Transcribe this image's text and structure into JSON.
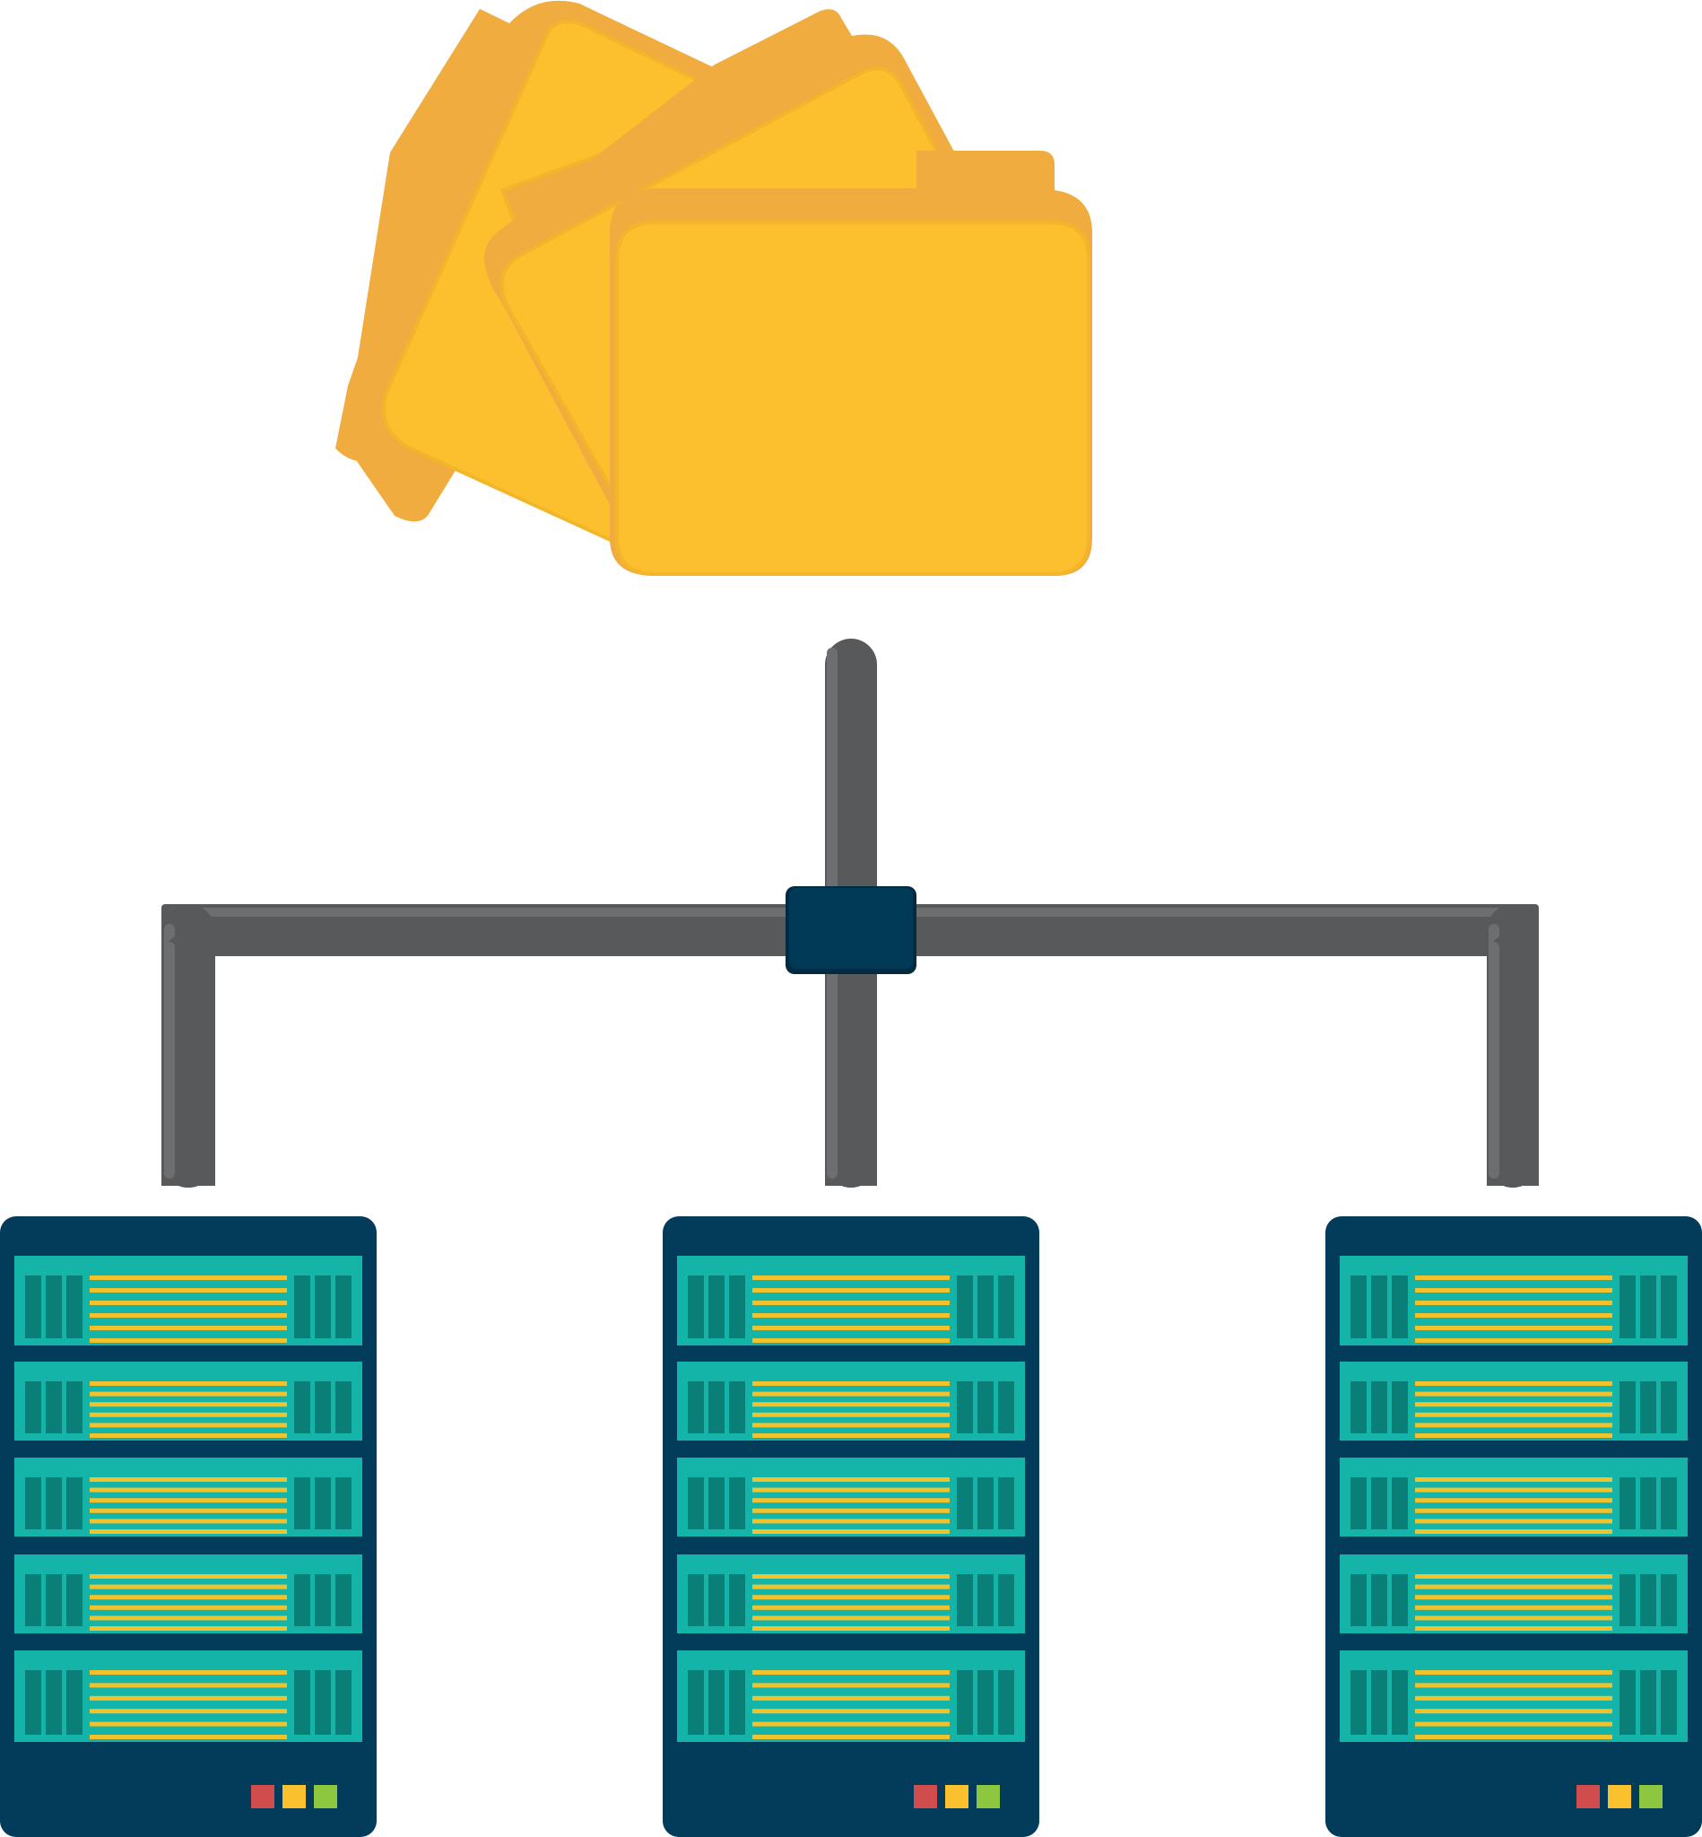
{
  "icons": {
    "folders": "folder-stack-icon",
    "connector": "network-hub-icon",
    "servers": [
      "server-rack-icon",
      "server-rack-icon",
      "server-rack-icon"
    ]
  },
  "server_count": 3,
  "units_per_rack": 5,
  "status_lights": [
    "red",
    "yellow",
    "green"
  ],
  "colors": {
    "folder_front": "#FCC02E",
    "folder_back": "#F0AC3F",
    "folder_edge": "#F3B52A",
    "cable": "#58595B",
    "cable_highlight": "#6D6E71",
    "hub": "#003A57",
    "rack_body": "#023C5A",
    "rack_unit": "#14B5A8",
    "rack_slot": "#0A7F77",
    "rack_stripe": "#F2C12E",
    "light_red": "#D14C4C",
    "light_yellow": "#FBC02D",
    "light_green": "#8DC63F"
  }
}
